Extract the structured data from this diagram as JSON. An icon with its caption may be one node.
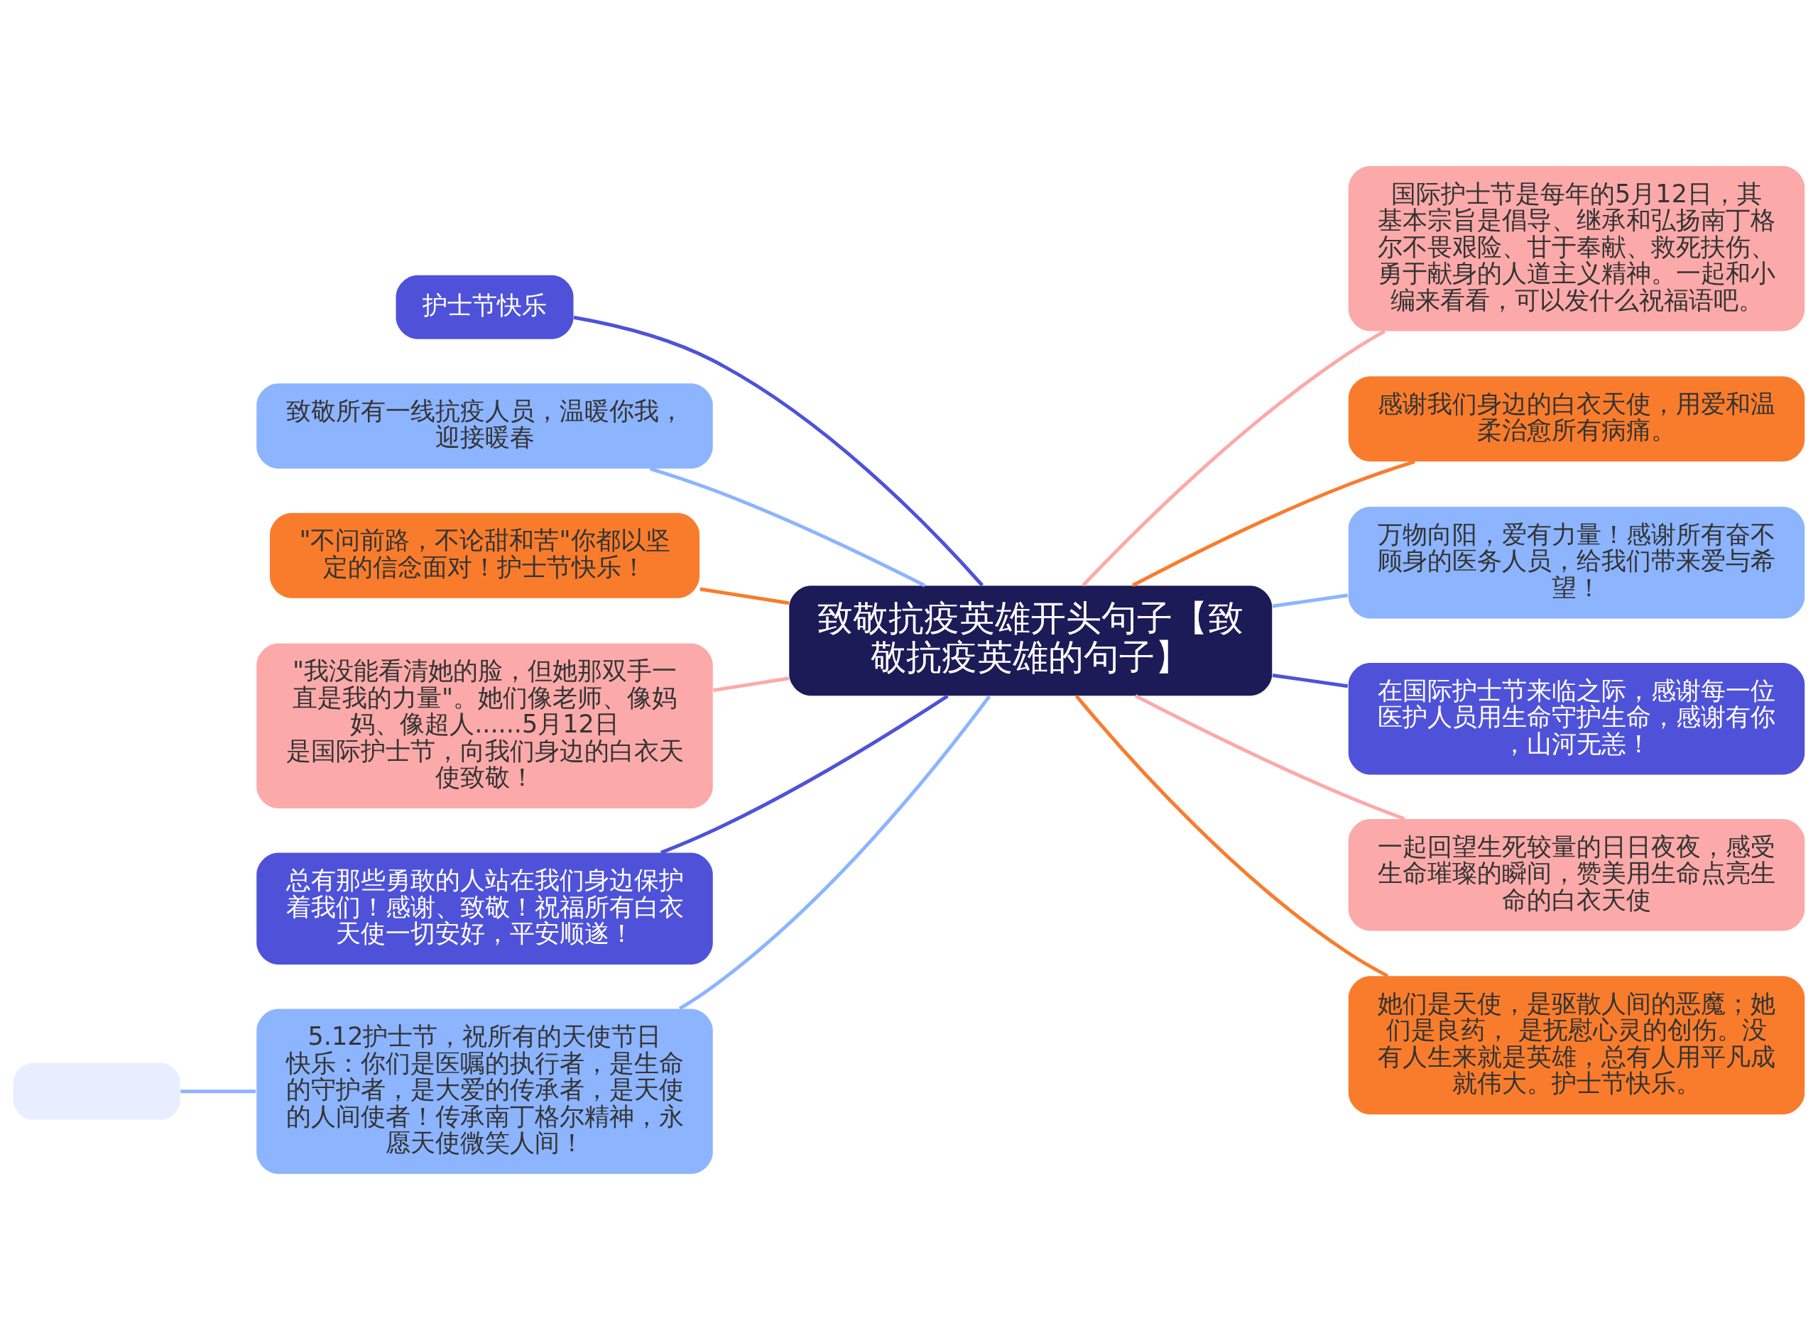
{
  "diagram": {
    "nodes": [
      {
        "text": [
          "致敬抗疫英雄开头句子【致敬抗疫英雄的句子】"
        ]
      },
      {
        "text": [
          "护士节快乐"
        ]
      },
      {
        "text": [
          "致敬所有一线抗疫人员，温暖你我，迎接暖春"
        ]
      },
      {
        "text": [
          "\"不问前路，不论甜和苦\"你都以坚定的信念面对！护士节快乐！"
        ]
      },
      {
        "text": [
          "\"我没能看清她的脸，但她那双手一直是我的力量\"。她们像老师、像妈妈、像超人......5月12日是国际护士节，向我们身边的白衣天使致敬！"
        ]
      },
      {
        "text": [
          "总有那些勇敢的人站在我们身边保护着我们！感谢、致敬！祝福所有白衣天使一切安好，平安顺遂！"
        ]
      },
      {
        "text": [
          "5.12护士节，祝所有的天使节日快乐：你们是医嘱的执行者，是生命的守护者，是大爱的传承者，是天使的人间使者！传承南丁格尔精神，永愿天使微笑人间！"
        ]
      },
      {
        "text": [],
        "shape": "box"
      },
      {
        "text": [
          "国际护士节是每年的5月12日，其基本宗旨是倡导、继承和弘扬南丁格尔不畏艰险、甘于奉献、救死扶伤、勇于献身的人道主义精神。一起和小编来看看，可以发什么祝福语吧。"
        ]
      },
      {
        "text": [
          "感谢我们身边的白衣天使，用爱和温柔治愈所有病痛。"
        ]
      },
      {
        "text": [
          "万物向阳，爱有力量！感谢所有奋不顾身的医务人员，给我们带来爱与希望！"
        ]
      },
      {
        "text": [
          "在国际护士节来临之际，感谢每一位医护人员用生命守护生命，感谢有你，山河无恙！"
        ]
      },
      {
        "text": [
          "一起回望生死较量的日日夜夜，感受生命璀璨的瞬间，赞美用生命点亮生命的白衣天使"
        ]
      },
      {
        "text": [
          "她们是天使，是驱散人间的恶魔；她们是良药， 是抚慰心灵的创伤。没有人生来就是英雄，总有人用平凡成就伟大。护士节快乐。"
        ]
      }
    ],
    "edges": [
      {
        "from": 0,
        "to": 1,
        "arrow": "none",
        "color": "#4f52d8"
      },
      {
        "from": 0,
        "to": 2,
        "arrow": "none",
        "color": "#8cb4ff"
      },
      {
        "from": 0,
        "to": 3,
        "arrow": "none",
        "color": "#f97c2c"
      },
      {
        "from": 0,
        "to": 4,
        "arrow": "none",
        "color": "#fca9a9"
      },
      {
        "from": 0,
        "to": 5,
        "arrow": "none",
        "color": "#4f52d8"
      },
      {
        "from": 0,
        "to": 6,
        "arrow": "none",
        "color": "#8cb4ff"
      },
      {
        "from": 6,
        "to": 7,
        "arrow": "none",
        "color": "#8cb4ff"
      },
      {
        "from": 0,
        "to": 8,
        "arrow": "none",
        "color": "#fca9a9"
      },
      {
        "from": 0,
        "to": 9,
        "arrow": "none",
        "color": "#f97c2c"
      },
      {
        "from": 0,
        "to": 10,
        "arrow": "none",
        "color": "#8cb4ff"
      },
      {
        "from": 0,
        "to": 11,
        "arrow": "none",
        "color": "#4f52d8"
      },
      {
        "from": 0,
        "to": 12,
        "arrow": "none",
        "color": "#fca9a9"
      },
      {
        "from": 0,
        "to": 13,
        "arrow": "none",
        "color": "#f97c2c"
      }
    ]
  }
}
